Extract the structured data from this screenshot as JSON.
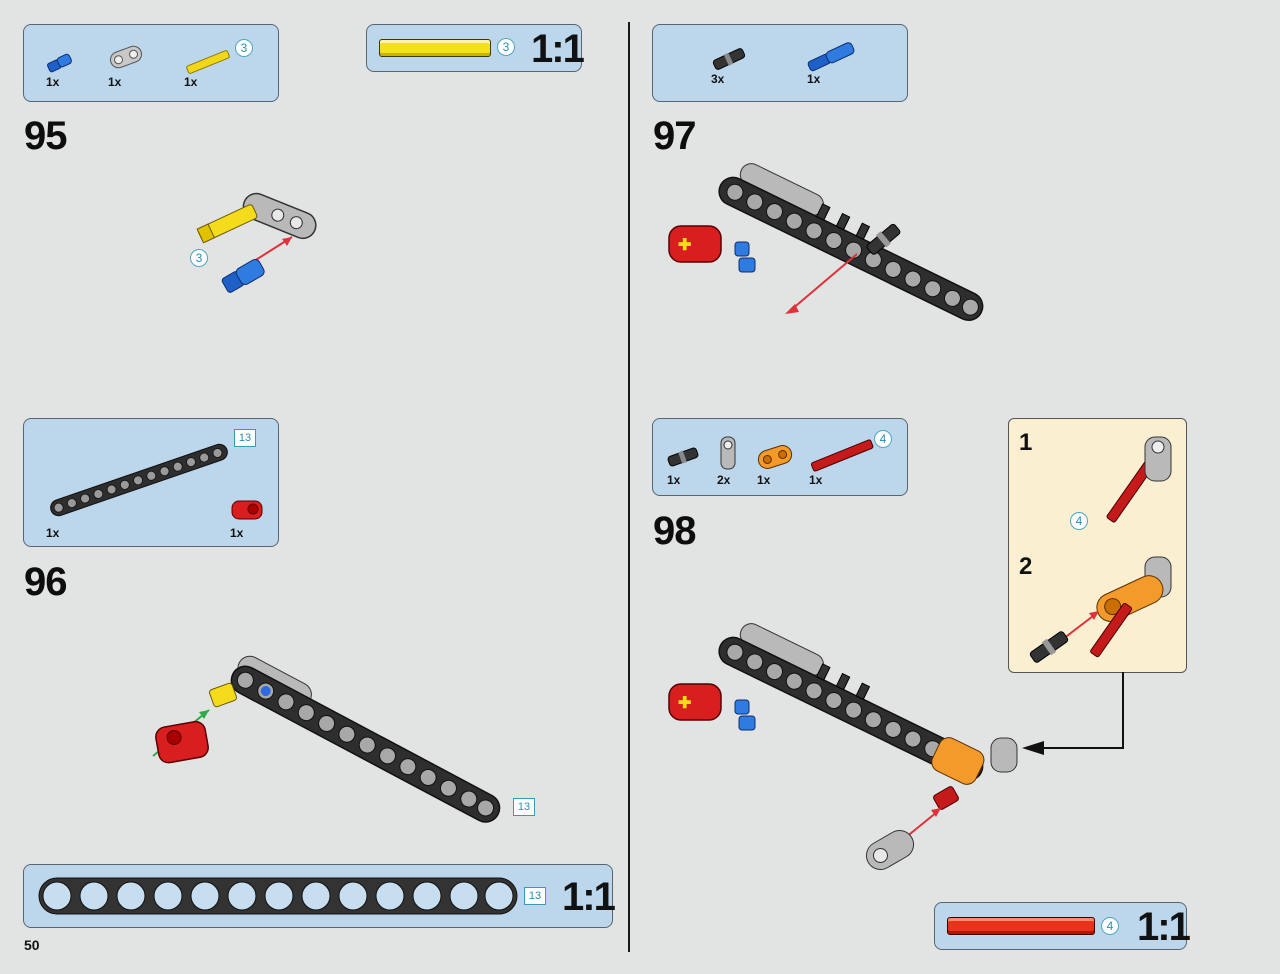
{
  "page_number": "50",
  "steps": {
    "s95": "95",
    "s96": "96",
    "s97": "97",
    "s98": "98"
  },
  "parts_95": {
    "blue_pin": "1x",
    "connector": "1x",
    "yellow_axle": "1x",
    "axle_len": "3"
  },
  "ruler_95": {
    "len": "3",
    "scale": "1:1"
  },
  "assembly_95": {
    "axle_len": "3"
  },
  "parts_96": {
    "beam": "1x",
    "red_connector": "1x",
    "beam_len": "13"
  },
  "assembly_96": {
    "beam_len": "13"
  },
  "ruler_96": {
    "len": "13",
    "scale": "1:1"
  },
  "parts_97": {
    "black_pin": "3x",
    "blue_pin": "1x"
  },
  "parts_98": {
    "black_pin": "1x",
    "grey_connector": "2x",
    "orange_connector": "1x",
    "red_axle": "1x",
    "axle_len": "4"
  },
  "sub_98": {
    "sub1": "1",
    "sub2": "2",
    "axle_len": "4"
  },
  "ruler_98": {
    "len": "4",
    "scale": "1:1"
  },
  "colors": {
    "panel": "#bcd7ec",
    "callout": "#fbefd2",
    "background": "#e2e3e3",
    "arrow_red": "#e0313b",
    "arrow_green": "#2eaa4a"
  }
}
